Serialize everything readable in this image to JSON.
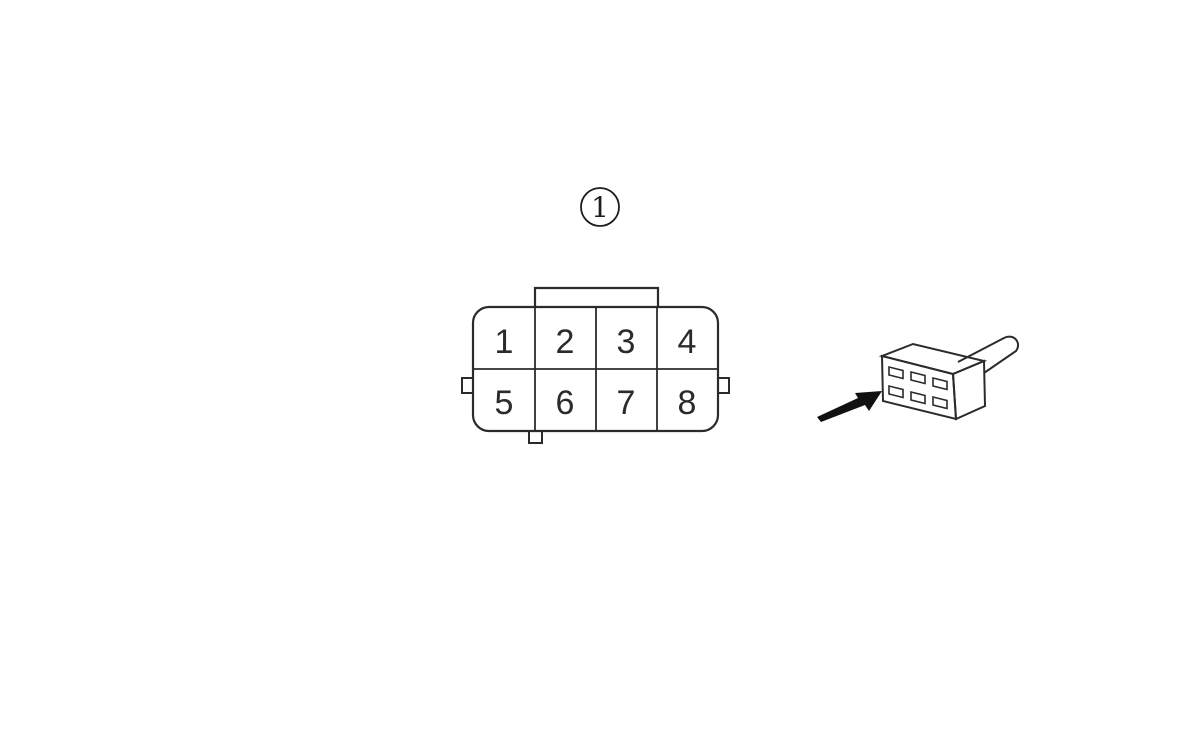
{
  "callout": {
    "label": "1"
  },
  "connector": {
    "pins": [
      "1",
      "2",
      "3",
      "4",
      "5",
      "6",
      "7",
      "8"
    ],
    "rows": 2,
    "columns": 4
  },
  "icons": {
    "callout": "circled-number-icon",
    "connector_face": "connector-face-icon",
    "connector_plug": "connector-plug-icon",
    "arrow": "arrow-icon"
  },
  "colors": {
    "line": "#2b2b2b",
    "background": "#ffffff"
  }
}
